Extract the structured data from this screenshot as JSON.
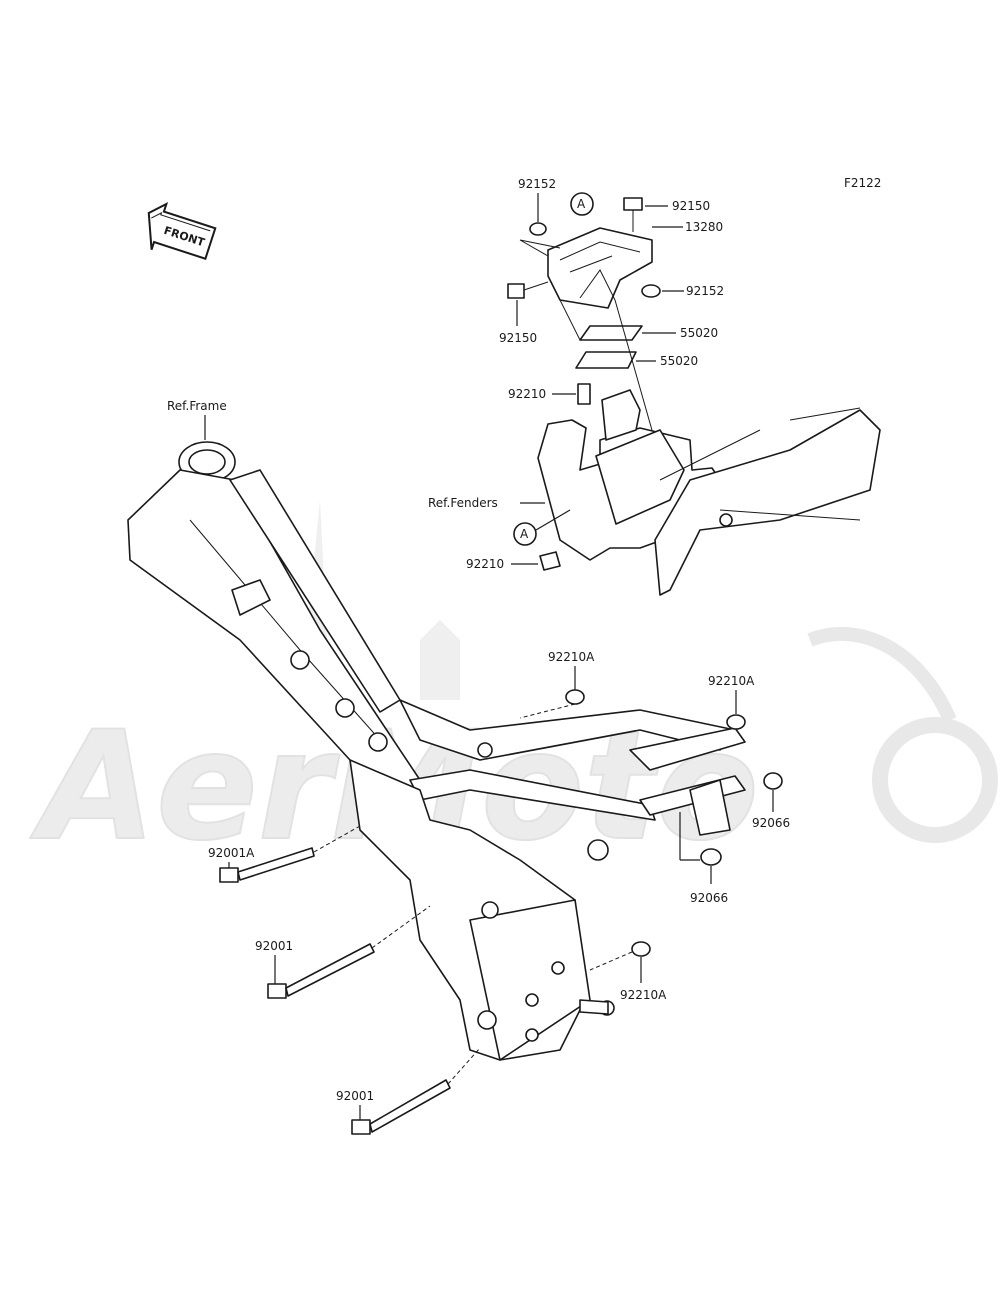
{
  "diagram_code": "F2122",
  "front_arrow": {
    "label": "FRONT",
    "icon": "front-arrow-icon"
  },
  "watermark": {
    "text": "AerMoto",
    "color": "#e6e6e6"
  },
  "callouts": {
    "c92152_top": "92152",
    "ref_a_top": "A",
    "c92150_top": "92150",
    "c13280": "13280",
    "c92152_right": "92152",
    "c92150_left": "92150",
    "c55020_a": "55020",
    "c55020_b": "55020",
    "c92210_top": "92210",
    "ref_fenders": "Ref.Fenders",
    "ref_a_bottom": "A",
    "c92210_bottom": "92210",
    "ref_frame": "Ref.Frame",
    "c92210A_top": "92210A",
    "c92210A_right": "92210A",
    "c92066_right": "92066",
    "c92066_bottom": "92066",
    "c92001A": "92001A",
    "c92001_mid": "92001",
    "c92210A_low": "92210A",
    "c92001_low": "92001"
  }
}
